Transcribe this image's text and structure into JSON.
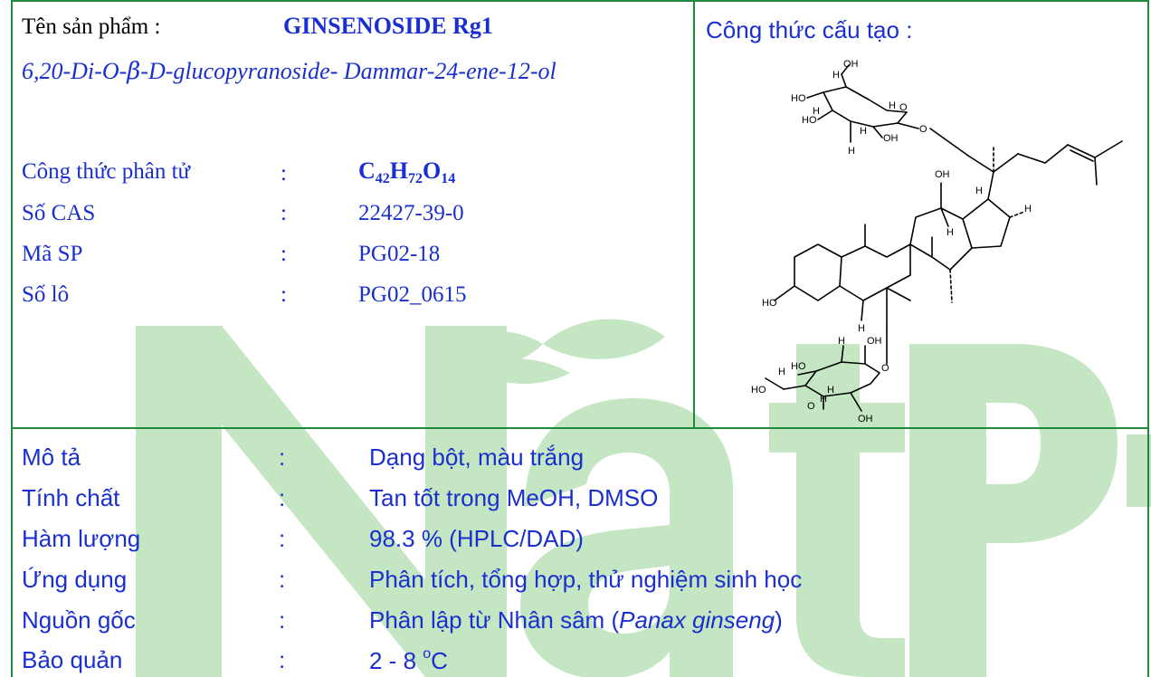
{
  "header": {
    "product_label": "Tên sản phẩm  :",
    "product_name": "GINSENOSIDE Rg1",
    "iupac_part1": "6,20-Di-O-",
    "iupac_beta": "β",
    "iupac_part2": "-D-glucopyranoside-   Dammar-24-ene-12-ol"
  },
  "specs": [
    {
      "label": "Công thức phân tử",
      "colon": ":",
      "value": ""
    },
    {
      "label": "Số CAS",
      "colon": ":",
      "value": "22427-39-0"
    },
    {
      "label": "Mã SP",
      "colon": ":",
      "value": "PG02-18"
    },
    {
      "label": "Số lô",
      "colon": ":",
      "value": "PG02_0615"
    }
  ],
  "formula": {
    "c": "C",
    "c_n": "42",
    "h": "H",
    "h_n": "72",
    "o": "O",
    "o_n": "14"
  },
  "structure": {
    "title": "Công thức cấu tạo   :",
    "labels": {
      "oh": "OH",
      "ho": "HO",
      "h": "H",
      "o": "O"
    }
  },
  "details": [
    {
      "label": "Mô tả",
      "colon": ":",
      "value": "Dạng bột, màu trắng"
    },
    {
      "label": "Tính chất",
      "colon": ":",
      "value": "Tan tốt trong MeOH, DMSO"
    },
    {
      "label": "Hàm lượng",
      "colon": ":",
      "value": "98.3 % (HPLC/DAD)"
    },
    {
      "label": "Ứng dụng",
      "colon": ":",
      "value": "Phân tích, tổng hợp, thử nghiệm sinh học"
    },
    {
      "label": "Nguồn gốc",
      "colon": ":",
      "value_pre": "Phân lập từ Nhân sâm (",
      "value_italic": "Panax ginseng",
      "value_post": ")"
    },
    {
      "label": "Bảo quản",
      "colon": ":",
      "value": "2 - 8 ",
      "degree": "o",
      "unit": "C"
    }
  ],
  "watermark": {
    "text": "NatPro",
    "color": "#bfe3bd"
  }
}
